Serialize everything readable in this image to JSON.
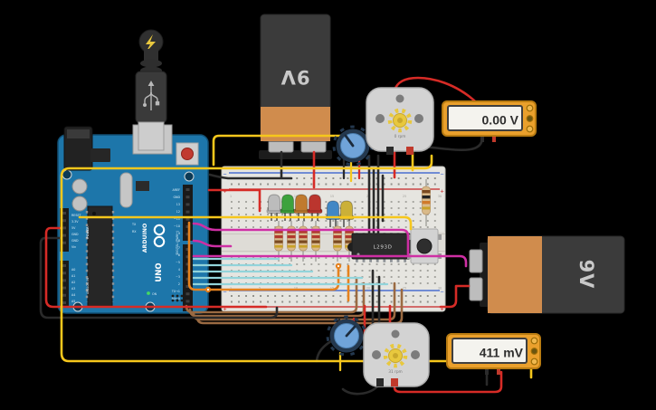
{
  "canvas": {
    "bg": "#000000"
  },
  "colors": {
    "wire_red": "#d62b26",
    "wire_black": "#2a2a2a",
    "wire_yellow": "#f6c71c",
    "wire_orange": "#e5821f",
    "wire_magenta": "#ce2fa4",
    "wire_cyan": "#92d4da",
    "wire_brown": "#9a6a42",
    "board": "#1d76aa",
    "breadboard": "#e6e5e0",
    "battery_body": "#3b3b3b",
    "battery_band": "#d08c4d",
    "meter_body": "#eaa02c",
    "meter_display": "#f4f3ee",
    "motor_body": "#d3d3d3",
    "gear_yellow": "#e8c83e",
    "pot_ring": "#24384e",
    "pot_knob": "#70a4d9"
  },
  "arduino": {
    "brand": "ARDUINO",
    "model": "UNO",
    "on_label": "ON",
    "tx_label": "TX",
    "rx_label": "RX",
    "digital_header": "DIGITAL (PWM~)",
    "power_header": "POWER",
    "analog_header": "ANALOG IN",
    "digital_pins": [
      "AREF",
      "GND",
      "13",
      "12",
      "~11",
      "~10",
      "~9",
      "8",
      "7",
      "~6",
      "~5",
      "4",
      "~3",
      "2",
      "TX→1",
      "RX←0"
    ],
    "power_pins": [
      "RESET",
      "3.3V",
      "5V",
      "GND",
      "GND",
      "Vin"
    ],
    "analog_pins": [
      "A0",
      "A1",
      "A2",
      "A3",
      "A4",
      "A5"
    ]
  },
  "breadboard": {
    "plus": "+",
    "minus": "−",
    "numbers": [
      "1",
      "5",
      "10",
      "15",
      "20",
      "25",
      "30"
    ]
  },
  "batteries": {
    "top": {
      "label": "9V"
    },
    "right": {
      "label": "9V"
    }
  },
  "multimeters": {
    "top": {
      "reading": "0.00 V"
    },
    "bottom": {
      "reading": "411 mV"
    }
  },
  "motors": {
    "top": {
      "rpm": "0 rpm"
    },
    "bottom": {
      "rpm": "31 rpm"
    }
  },
  "ic": {
    "label": "L293D"
  },
  "leds": [
    {
      "name": "white",
      "color": "#bcbcbc"
    },
    {
      "name": "green",
      "color": "#3da23d"
    },
    {
      "name": "orange",
      "color": "#c07a2e"
    },
    {
      "name": "red",
      "color": "#bb352e"
    },
    {
      "name": "blue",
      "color": "#4187c5"
    },
    {
      "name": "yellow",
      "color": "#cbb038"
    }
  ],
  "resistor": {
    "body": "#d9ba8a",
    "bands_220": [
      "#b03a2e",
      "#b03a2e",
      "#7a4a21",
      "#c9a227"
    ],
    "bands_10k": [
      "#7a4a21",
      "#222222",
      "#d07a2a",
      "#c9a227"
    ]
  }
}
